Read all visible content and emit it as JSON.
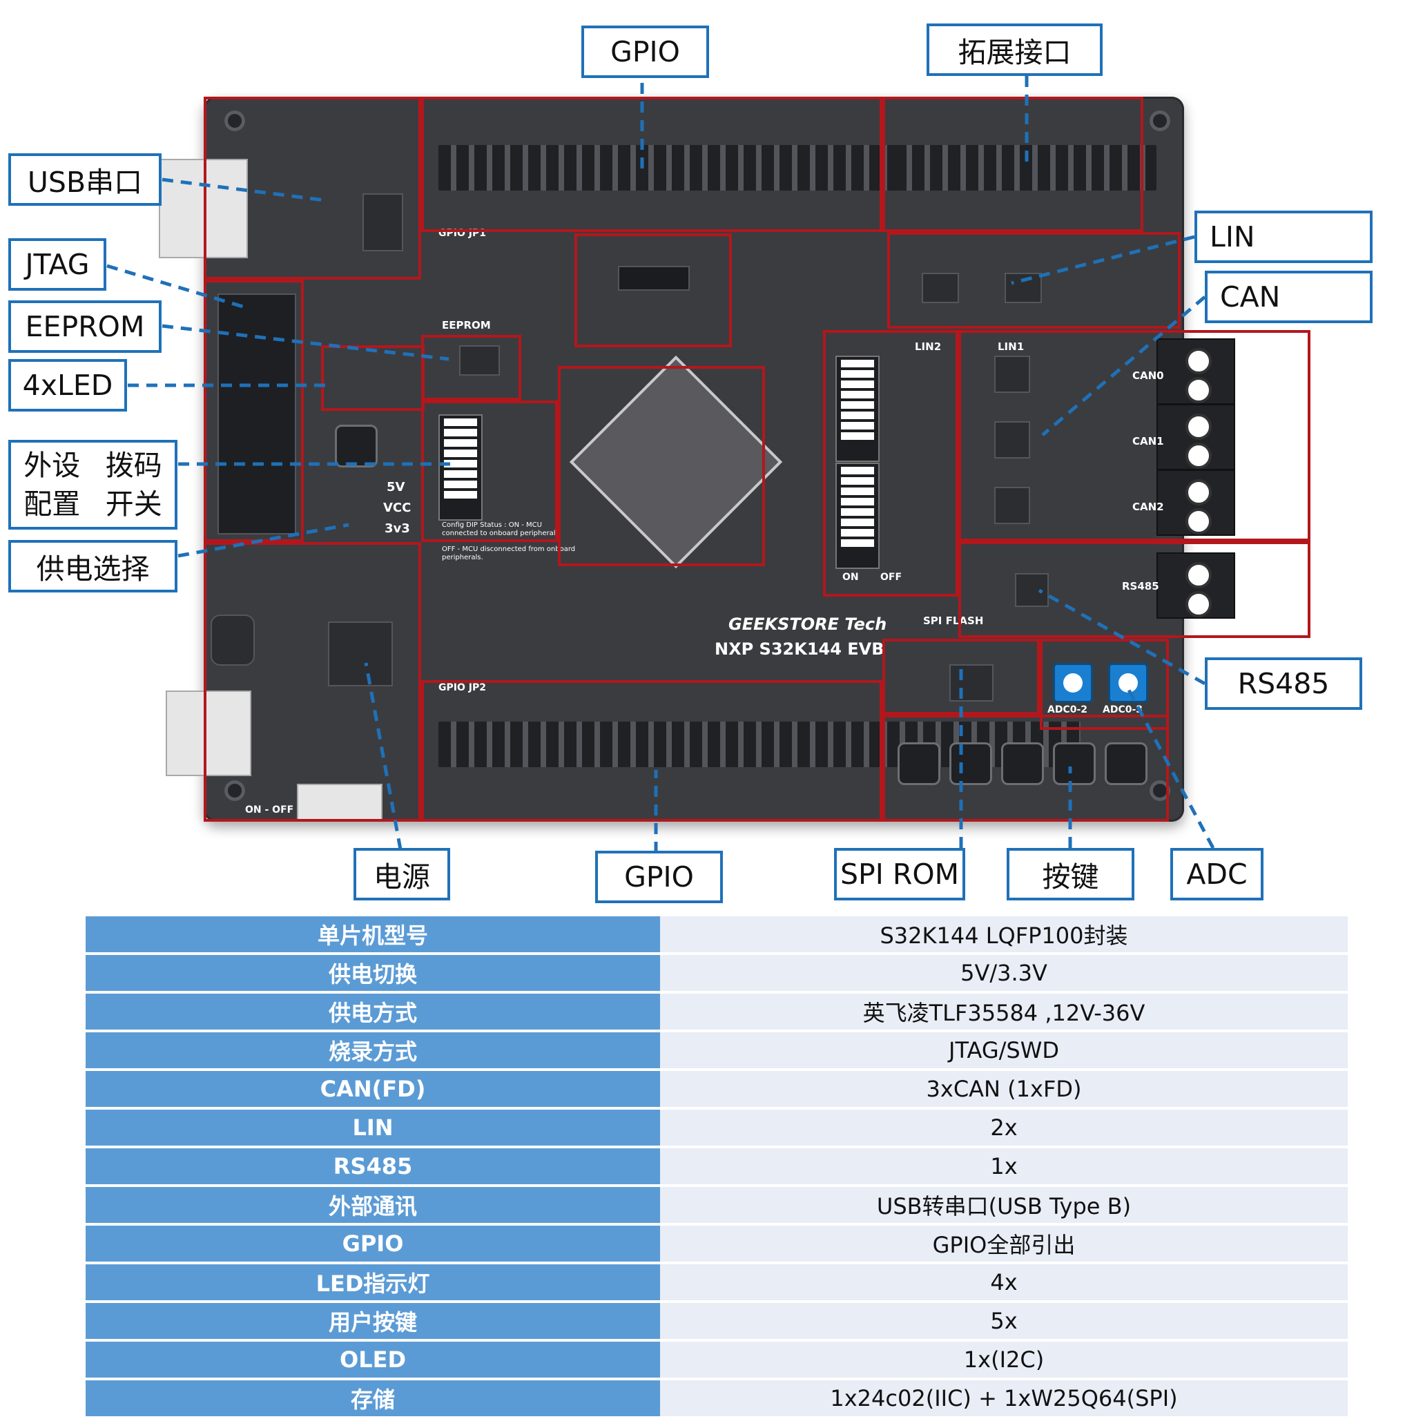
{
  "board": {
    "brand": "GEEKSTORE Tech",
    "model": "NXP S32K144 EVB",
    "silk": {
      "eeprom": "EEPROM",
      "spi_flash": "SPI FLASH",
      "lin1": "LIN1",
      "lin2": "LIN2",
      "can0": "CAN0",
      "can1": "CAN1",
      "can2": "CAN2",
      "rs485": "RS485",
      "adc2": "ADC0-2",
      "adc3": "ADC0-3",
      "v5": "5V",
      "vcc": "VCC",
      "v3v3": "3v3",
      "onoff": "ON - OFF",
      "on": "ON",
      "off": "OFF",
      "gpio_jp1": "GPIO JP1",
      "gpio_jp2": "GPIO JP2",
      "config": "Config DIP Status : ON - MCU connected to onboard peripherals.",
      "config_off": "OFF - MCU disconnected from onboard peripherals."
    }
  },
  "callouts": {
    "gpio_top": "GPIO",
    "ext_port": "拓展接口",
    "usb_serial": "USB串口",
    "jtag": "JTAG",
    "eeprom": "EEPROM",
    "led4": "4xLED",
    "dip_line1": "外设配置",
    "dip_line2": "拨码开关",
    "power_select": "供电选择",
    "lin": "LIN",
    "can": "CAN",
    "rs485": "RS485",
    "power": "电源",
    "gpio_bottom": "GPIO",
    "spi_rom": "SPI ROM",
    "keys": "按键",
    "adc": "ADC"
  },
  "specs": [
    {
      "key": "单片机型号",
      "value": "S32K144 LQFP100封装"
    },
    {
      "key": "供电切换",
      "value": "5V/3.3V"
    },
    {
      "key": "供电方式",
      "value": "英飞凌TLF35584 ,12V-36V"
    },
    {
      "key": "烧录方式",
      "value": "JTAG/SWD"
    },
    {
      "key": "CAN(FD)",
      "value": "3xCAN (1xFD)"
    },
    {
      "key": "LIN",
      "value": "2x"
    },
    {
      "key": "RS485",
      "value": "1x"
    },
    {
      "key": "外部通讯",
      "value": "USB转串口(USB Type B)"
    },
    {
      "key": "GPIO",
      "value": "GPIO全部引出"
    },
    {
      "key": "LED指示灯",
      "value": "4x"
    },
    {
      "key": "用户按键",
      "value": "5x"
    },
    {
      "key": "OLED",
      "value": "1x(I2C)"
    },
    {
      "key": "存储",
      "value": "1x24c02(IIC) + 1xW25Q64(SPI)"
    }
  ],
  "colors": {
    "outline": "#b3171c",
    "callout_border": "#1f71b8",
    "table_key_bg": "#5b9bd5",
    "table_value_bg": "#e8edf6",
    "board": "#3b3c40"
  }
}
